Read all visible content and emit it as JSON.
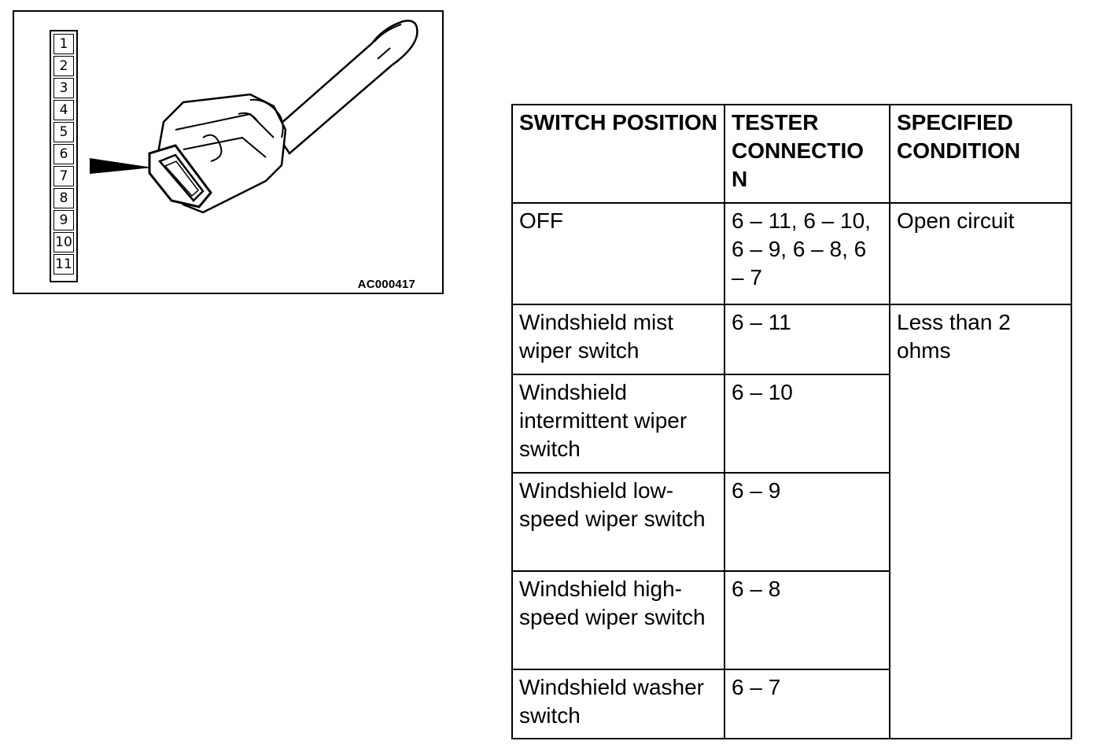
{
  "figure": {
    "code": "AC000417",
    "pins": [
      "1",
      "2",
      "3",
      "4",
      "5",
      "6",
      "7",
      "8",
      "9",
      "10",
      "11"
    ]
  },
  "table": {
    "headers": [
      "SWITCH POSITION",
      "TESTER CONNECTIO N",
      "SPECIFIED CONDITION"
    ],
    "rows": [
      {
        "position": "OFF",
        "connection": "6 – 11, 6 – 10, 6 – 9, 6 – 8, 6 – 7",
        "condition": "Open circuit"
      },
      {
        "position": "Windshield mist wiper switch",
        "connection": "6 – 11",
        "condition": "Less than 2 ohms"
      },
      {
        "position": "Windshield intermittent wiper switch",
        "connection": "6 – 10"
      },
      {
        "position": "Windshield low-speed wiper switch",
        "connection": "6 – 9"
      },
      {
        "position": "Windshield high-speed wiper switch",
        "connection": "6 – 8"
      },
      {
        "position": "Windshield washer switch",
        "connection": "6 – 7"
      }
    ]
  }
}
